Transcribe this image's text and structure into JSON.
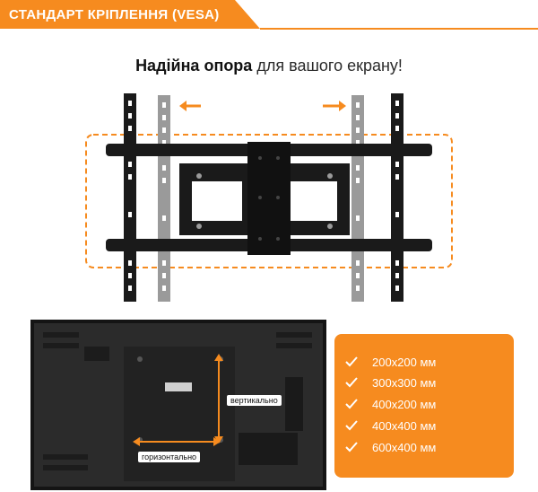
{
  "header": {
    "title": "СТАНДАРТ КРІПЛЕННЯ (VESA)"
  },
  "tagline": {
    "bold": "Надійна опора",
    "rest": " для вашого екрану!"
  },
  "diagram": {
    "vertical_label": "вертикально",
    "horizontal_label": "горизонтально"
  },
  "sizes": {
    "items": [
      "200х200 мм",
      "300х300 мм",
      "400х200 мм",
      "400х400 мм",
      "600х400 мм"
    ]
  },
  "colors": {
    "accent": "#f68b1f",
    "dark": "#1a1a1a",
    "grey": "#9a9a9a"
  }
}
